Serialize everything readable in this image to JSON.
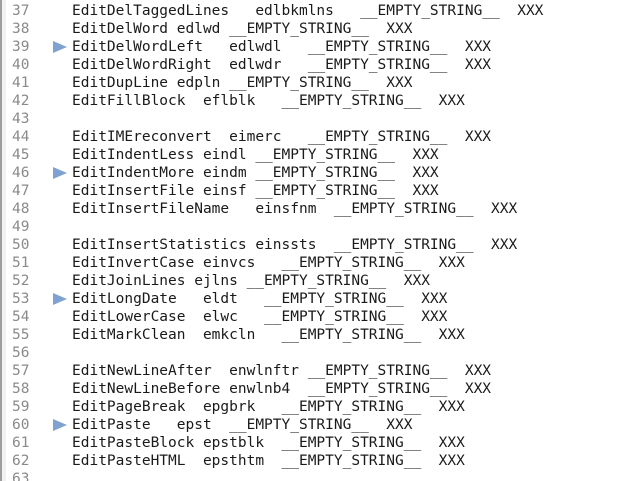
{
  "editor": {
    "colors": {
      "bookmark": "#7ea2d2",
      "line_number": "#8a8a8a",
      "text": "#1a1a1a"
    },
    "lines": [
      {
        "number": "37",
        "text": "EditDelTaggedLines   edlbkmlns   __EMPTY_STRING__  XXX",
        "bookmark": false
      },
      {
        "number": "38",
        "text": "EditDelWord edlwd __EMPTY_STRING__  XXX",
        "bookmark": false
      },
      {
        "number": "39",
        "text": "EditDelWordLeft   edlwdl   __EMPTY_STRING__  XXX",
        "bookmark": true
      },
      {
        "number": "40",
        "text": "EditDelWordRight  edlwdr   __EMPTY_STRING__  XXX",
        "bookmark": false
      },
      {
        "number": "41",
        "text": "EditDupLine edpln __EMPTY_STRING__  XXX",
        "bookmark": false
      },
      {
        "number": "42",
        "text": "EditFillBlock  eflblk   __EMPTY_STRING__  XXX",
        "bookmark": false
      },
      {
        "number": "43",
        "text": "",
        "bookmark": false
      },
      {
        "number": "44",
        "text": "EditIMEreconvert  eimerc   __EMPTY_STRING__  XXX",
        "bookmark": false
      },
      {
        "number": "45",
        "text": "EditIndentLess eindl __EMPTY_STRING__  XXX",
        "bookmark": false
      },
      {
        "number": "46",
        "text": "EditIndentMore eindm __EMPTY_STRING__  XXX",
        "bookmark": true
      },
      {
        "number": "47",
        "text": "EditInsertFile einsf __EMPTY_STRING__  XXX",
        "bookmark": false
      },
      {
        "number": "48",
        "text": "EditInsertFileName   einsfnm  __EMPTY_STRING__  XXX",
        "bookmark": false
      },
      {
        "number": "49",
        "text": "",
        "bookmark": false
      },
      {
        "number": "50",
        "text": "EditInsertStatistics einssts  __EMPTY_STRING__  XXX",
        "bookmark": false
      },
      {
        "number": "51",
        "text": "EditInvertCase einvcs   __EMPTY_STRING__  XXX",
        "bookmark": false
      },
      {
        "number": "52",
        "text": "EditJoinLines ejlns __EMPTY_STRING__  XXX",
        "bookmark": false
      },
      {
        "number": "53",
        "text": "EditLongDate   eldt   __EMPTY_STRING__  XXX",
        "bookmark": true
      },
      {
        "number": "54",
        "text": "EditLowerCase  elwc   __EMPTY_STRING__  XXX",
        "bookmark": false
      },
      {
        "number": "55",
        "text": "EditMarkClean  emkcln   __EMPTY_STRING__  XXX",
        "bookmark": false
      },
      {
        "number": "56",
        "text": "",
        "bookmark": false
      },
      {
        "number": "57",
        "text": "EditNewLineAfter  enwlnftr __EMPTY_STRING__  XXX",
        "bookmark": false
      },
      {
        "number": "58",
        "text": "EditNewLineBefore enwlnb4  __EMPTY_STRING__  XXX",
        "bookmark": false
      },
      {
        "number": "59",
        "text": "EditPageBreak  epgbrk   __EMPTY_STRING__  XXX",
        "bookmark": false
      },
      {
        "number": "60",
        "text": "EditPaste   epst  __EMPTY_STRING__  XXX",
        "bookmark": true
      },
      {
        "number": "61",
        "text": "EditPasteBlock epstblk  __EMPTY_STRING__  XXX",
        "bookmark": false
      },
      {
        "number": "62",
        "text": "EditPasteHTML  epsthtm  __EMPTY_STRING__  XXX",
        "bookmark": false
      },
      {
        "number": "63",
        "text": "",
        "bookmark": false
      }
    ]
  }
}
